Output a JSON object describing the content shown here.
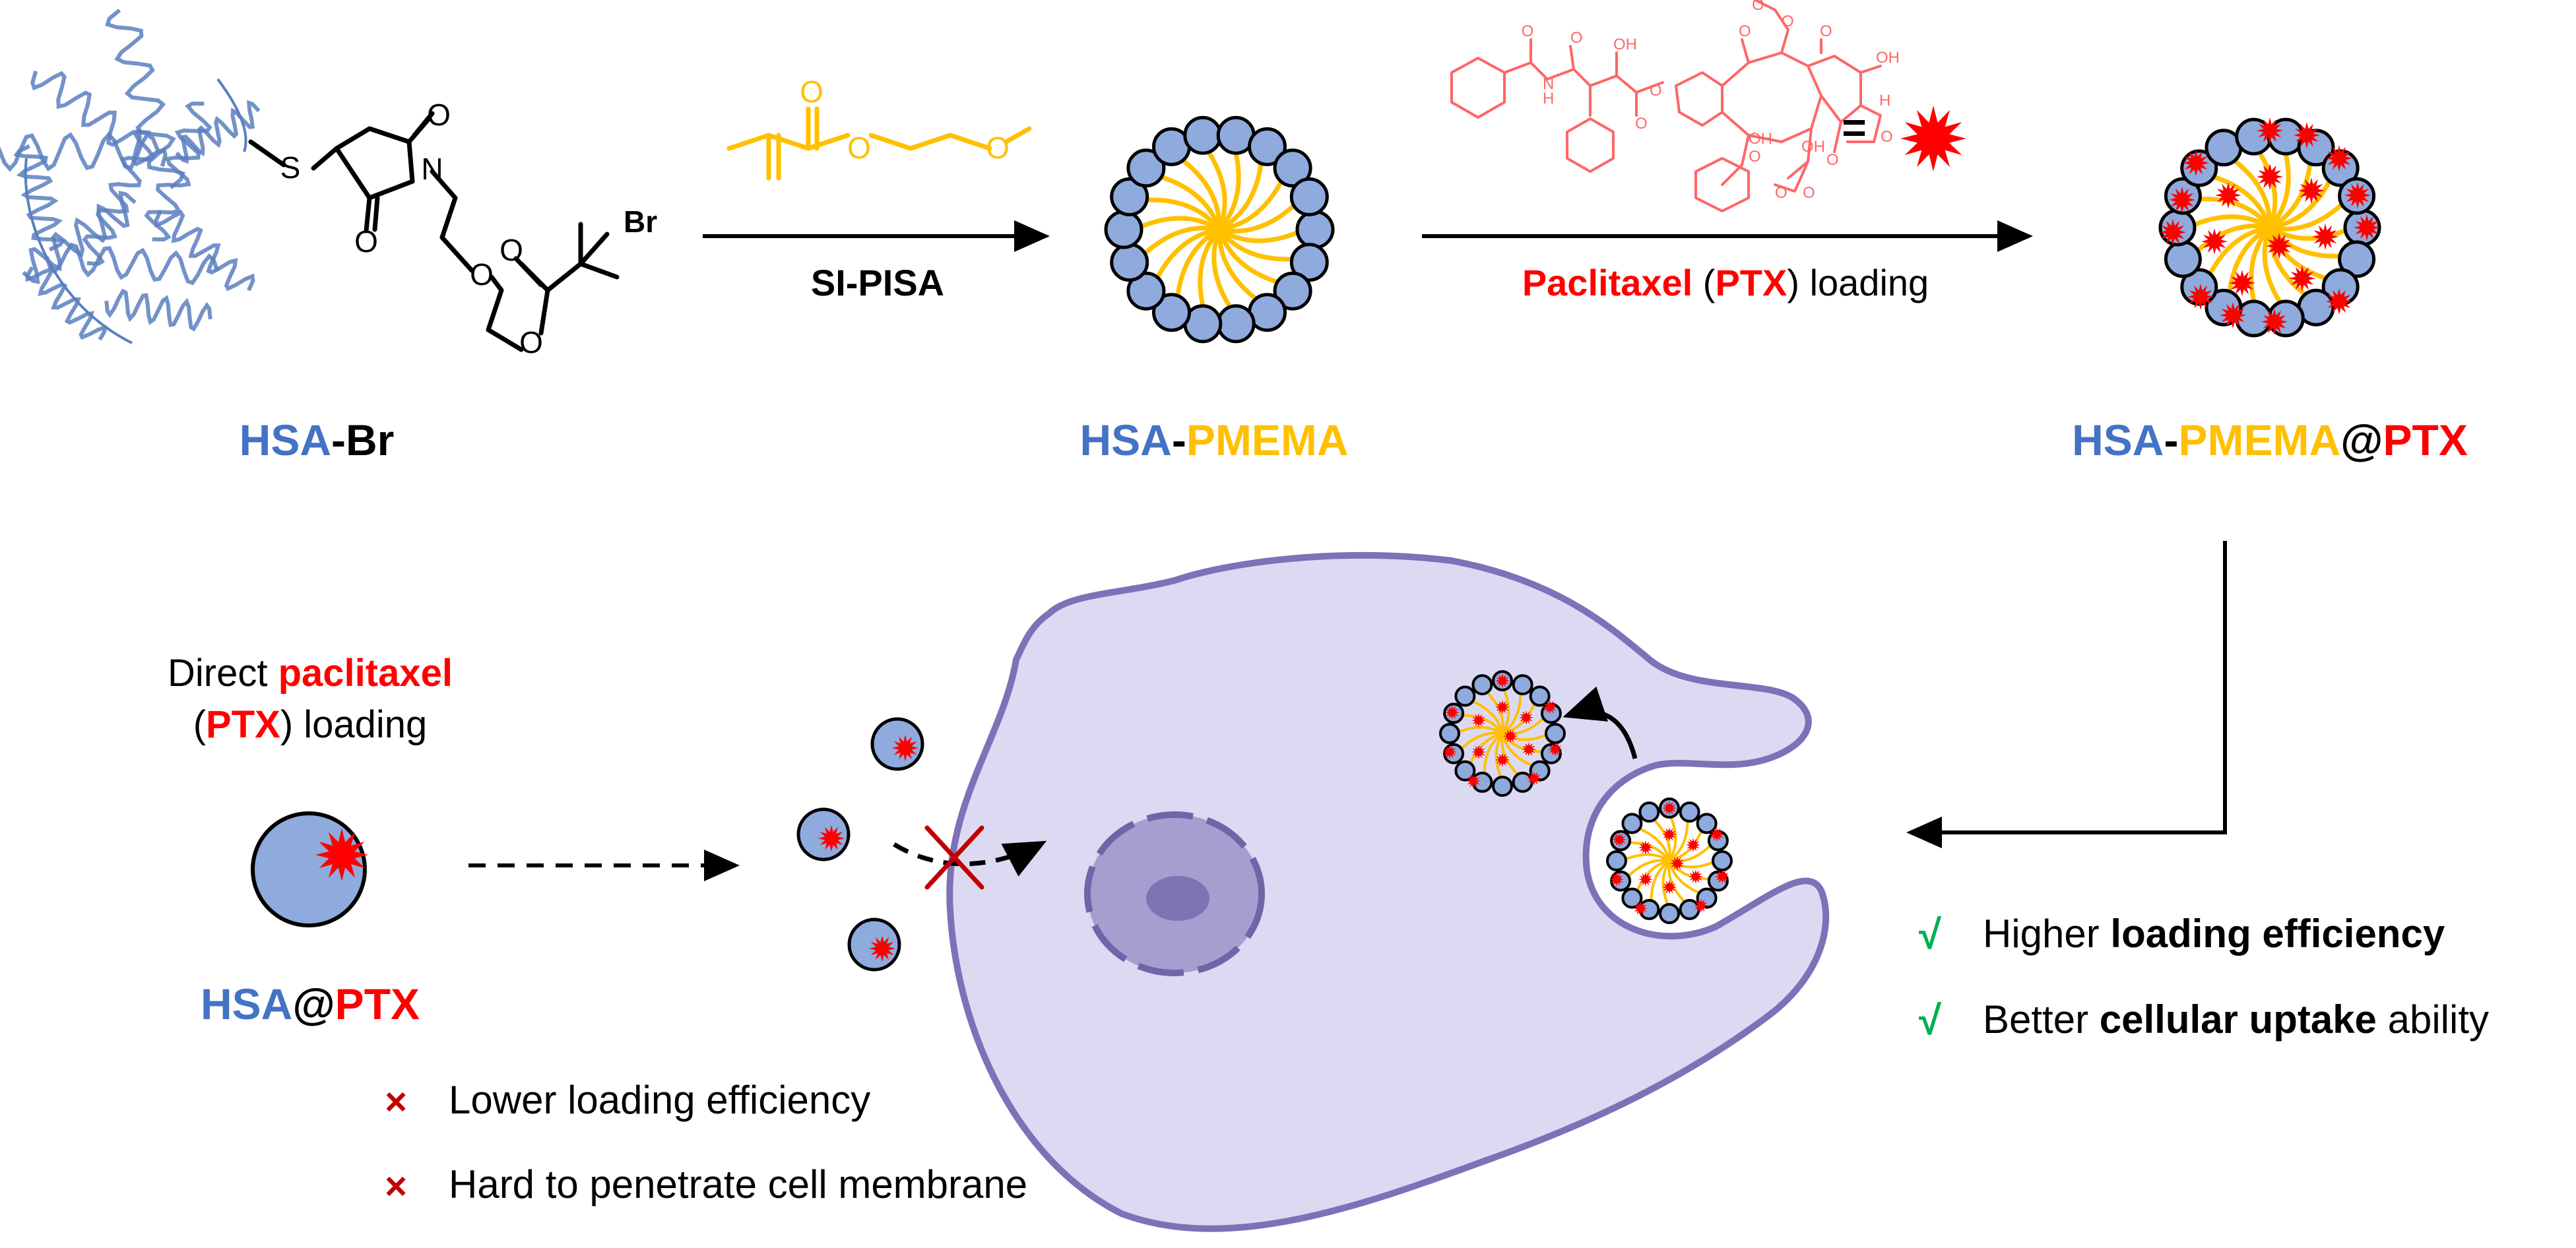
{
  "colors": {
    "hsa_blue": "#4472c4",
    "pmema_yellow": "#ffc000",
    "ptx_red": "#ff0000",
    "cross_red": "#c00000",
    "check_green": "#00b050",
    "cell_fill": "#dcdaf3",
    "cell_stroke": "#7b72b8",
    "nucleus_fill": "#a49fcf",
    "nucleolus_fill": "#7d74b5",
    "bead_fill": "#8faadc",
    "text_black": "#000000"
  },
  "top_row": {
    "hsa_br": {
      "part1": "HSA",
      "part2": "-Br"
    },
    "step1": {
      "reagent_name": "methoxyethyl methacrylate (MEMA) monomer structure",
      "label": "SI-PISA"
    },
    "hsa_pmema": {
      "part1": "HSA",
      "part2": "-",
      "part3": "PMEMA"
    },
    "step2": {
      "structure_name": "paclitaxel structure",
      "equals": "=",
      "label_p1": "Paclitaxel",
      "label_p2": " (",
      "label_p3": "PTX",
      "label_p4": ") loading"
    },
    "hsa_pmema_ptx": {
      "part1": "HSA",
      "part2": "-",
      "part3": "PMEMA",
      "part4": "@",
      "part5": "PTX"
    }
  },
  "bottom_left": {
    "direct_line1_a": "Direct ",
    "direct_line1_b": "paclitaxel",
    "direct_line2_a": "(",
    "direct_line2_b": "PTX",
    "direct_line2_c": ") loading",
    "hsa_ptx": {
      "part1": "HSA",
      "part2": "@",
      "part3": "PTX"
    }
  },
  "cons": [
    {
      "mark": "×",
      "text": "Lower loading efficiency"
    },
    {
      "mark": "×",
      "text": "Hard to penetrate cell membrane"
    }
  ],
  "pros": [
    {
      "mark": "√",
      "text_a": "Higher ",
      "text_b": "loading efficiency",
      "text_c": ""
    },
    {
      "mark": "√",
      "text_a": "Better ",
      "text_b": "cellular uptake",
      "text_c": " ability"
    }
  ]
}
